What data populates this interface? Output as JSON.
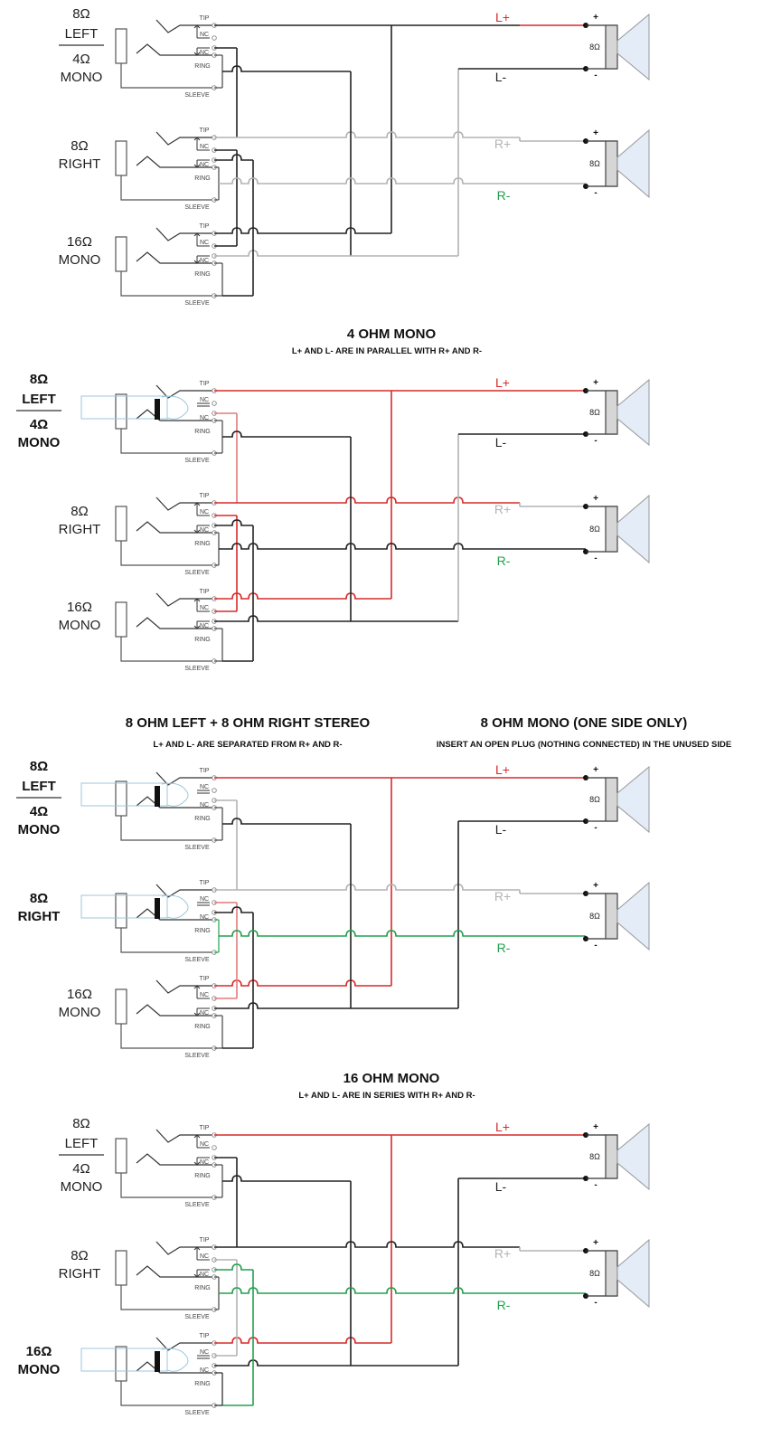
{
  "colors": {
    "red": "#d62a2a",
    "black": "#222222",
    "gray": "#b3b3b3",
    "green": "#22a04e",
    "pinkish": "#e07b7b",
    "plug_outline": "#9cc7dc",
    "speaker_cone": "#e3ecf7",
    "speaker_body": "#d6d6d6"
  },
  "pin_labels": {
    "tip": "TIP",
    "nc": "NC",
    "ring": "RING",
    "sleeve": "SLEEVE"
  },
  "speaker_labels": {
    "impedance": "8Ω",
    "plus": "+",
    "minus": "-"
  },
  "wire_labels": {
    "lplus": "L+",
    "lminus": "L-",
    "rplus": "R+",
    "rminus": "R-"
  },
  "sections": [
    {
      "id": "overview",
      "title": "",
      "subtitle": "",
      "jacks": [
        {
          "line1": "8Ω",
          "line2": "LEFT",
          "line3": "4Ω",
          "line4": "MONO",
          "bold": false,
          "plug": false
        },
        {
          "line1": "8Ω",
          "line2": "RIGHT",
          "bold": false,
          "plug": false
        },
        {
          "line1": "16Ω",
          "line2": "MONO",
          "bold": false,
          "plug": false
        }
      ],
      "wire_label_colors": {
        "lplus": "red",
        "lminus": "black",
        "rplus": "gray",
        "rminus": "green"
      }
    },
    {
      "id": "4ohm-mono",
      "title": "4 OHM MONO",
      "subtitle": "L+ AND L- ARE IN PARALLEL WITH R+ AND R-",
      "jacks": [
        {
          "line1": "8Ω",
          "line2": "LEFT",
          "line3": "4Ω",
          "line4": "MONO",
          "bold": true,
          "plug": true
        },
        {
          "line1": "8Ω",
          "line2": "RIGHT",
          "bold": false,
          "plug": false
        },
        {
          "line1": "16Ω",
          "line2": "MONO",
          "bold": false,
          "plug": false
        }
      ],
      "wire_label_colors": {
        "lplus": "red",
        "lminus": "black",
        "rplus": "gray",
        "rminus": "green"
      }
    },
    {
      "id": "8ohm-stereo",
      "title": "8 OHM LEFT + 8 OHM RIGHT STEREO",
      "subtitle": "L+ AND L- ARE SEPARATED FROM R+ AND R-",
      "title2": "8 OHM MONO (ONE SIDE ONLY)",
      "subtitle2": "INSERT AN OPEN PLUG (NOTHING  CONNECTED) IN THE UNUSED SIDE",
      "jacks": [
        {
          "line1": "8Ω",
          "line2": "LEFT",
          "line3": "4Ω",
          "line4": "MONO",
          "bold": true,
          "plug": true
        },
        {
          "line1": "8Ω",
          "line2": "RIGHT",
          "bold": true,
          "plug": true
        },
        {
          "line1": "16Ω",
          "line2": "MONO",
          "bold": false,
          "plug": false
        }
      ],
      "wire_label_colors": {
        "lplus": "red",
        "lminus": "black",
        "rplus": "gray",
        "rminus": "green"
      }
    },
    {
      "id": "16ohm-mono",
      "title": "16 OHM MONO",
      "subtitle": "L+ AND L- ARE IN SERIES WITH R+ AND R-",
      "jacks": [
        {
          "line1": "8Ω",
          "line2": "LEFT",
          "line3": "4Ω",
          "line4": "MONO",
          "bold": false,
          "plug": false
        },
        {
          "line1": "8Ω",
          "line2": "RIGHT",
          "bold": false,
          "plug": false
        },
        {
          "line1": "16Ω",
          "line2": "MONO",
          "bold": true,
          "plug": true
        }
      ],
      "wire_label_colors": {
        "lplus": "red",
        "lminus": "black",
        "rplus": "gray",
        "rminus": "green"
      }
    }
  ]
}
